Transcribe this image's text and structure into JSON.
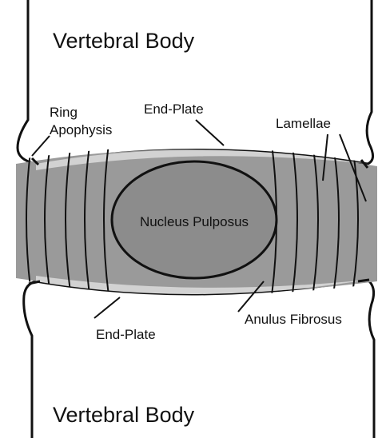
{
  "labels": {
    "vertebral_body_top": "Vertebral Body",
    "vertebral_body_bottom": "Vertebral Body",
    "ring_apophysis_line1": "Ring",
    "ring_apophysis_line2": "Apophysis",
    "end_plate_top": "End-Plate",
    "end_plate_bottom": "End-Plate",
    "lamellae": "Lamellae",
    "nucleus_pulposus": "Nucleus Pulposus",
    "anulus_fibrosus": "Anulus Fibrosus"
  },
  "colors": {
    "bone": "#ffffff",
    "outline": "#111111",
    "disc": "#9a9a9a",
    "end_plate": "#d2d2d2",
    "nucleus": "#8c8c8c"
  }
}
